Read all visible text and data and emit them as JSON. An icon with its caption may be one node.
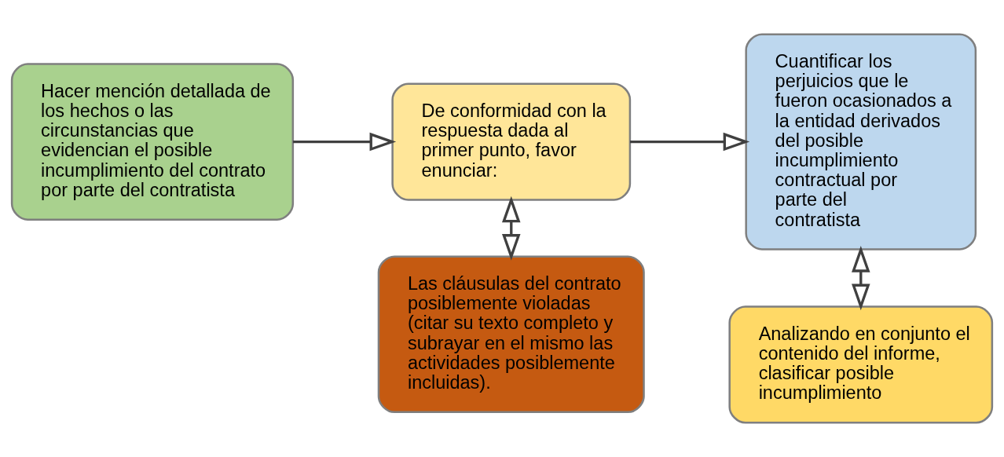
{
  "diagram": {
    "nodes": [
      {
        "text": [
          "Hacer mención detallada de los hechos o las circunstancias que evidencian el posible incumplimiento del contrato por parte del contratista"
        ]
      },
      {
        "text": [
          "De conformidad con la respuesta dada al primer punto, favor enunciar:"
        ]
      },
      {
        "text": [
          "Cuantificar los perjuicios que le fueron ocasionados a la entidad derivados del posible incumplimiento contractual por parte del contratista"
        ]
      },
      {
        "text": [
          "Las cláusulas del contrato posiblemente violadas (citar su texto completo y subrayar en el mismo las actividades posiblemente incluidas)."
        ]
      },
      {
        "text": [
          "Analizando en conjunto el contenido del informe, clasificar posible incumplimiento"
        ]
      }
    ],
    "edges": [
      {
        "from": 0,
        "to": 1,
        "arrow": "to"
      },
      {
        "from": 1,
        "to": 2,
        "arrow": "to"
      },
      {
        "from": 1,
        "to": 3,
        "arrow": "both"
      },
      {
        "from": 2,
        "to": 4,
        "arrow": "both"
      }
    ]
  }
}
